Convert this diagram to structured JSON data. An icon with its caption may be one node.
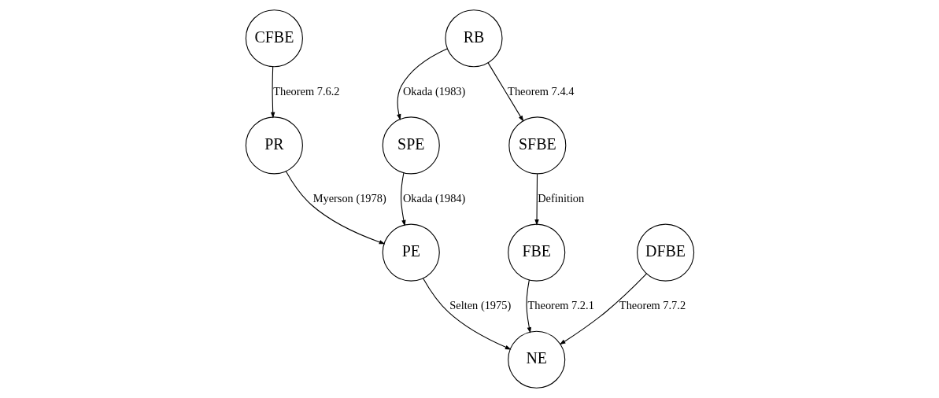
{
  "diagram": {
    "nodes": [
      {
        "text": [
          "CFBE"
        ]
      },
      {
        "text": [
          "RB"
        ]
      },
      {
        "text": [
          "PR"
        ]
      },
      {
        "text": [
          "SPE"
        ]
      },
      {
        "text": [
          "SFBE"
        ]
      },
      {
        "text": [
          "PE"
        ]
      },
      {
        "text": [
          "FBE"
        ]
      },
      {
        "text": [
          "DFBE"
        ]
      },
      {
        "text": [
          "NE"
        ]
      }
    ],
    "edges": [
      {
        "from": 0,
        "to": 2,
        "arrow": "to",
        "label": "Theorem 7.6.2"
      },
      {
        "from": 1,
        "to": 3,
        "arrow": "to",
        "label": "Okada (1983)"
      },
      {
        "from": 1,
        "to": 4,
        "arrow": "to",
        "label": "Theorem 7.4.4"
      },
      {
        "from": 2,
        "to": 5,
        "arrow": "to",
        "label": "Myerson (1978)"
      },
      {
        "from": 3,
        "to": 5,
        "arrow": "to",
        "label": "Okada (1984)"
      },
      {
        "from": 4,
        "to": 6,
        "arrow": "to",
        "label": "Definition"
      },
      {
        "from": 5,
        "to": 8,
        "arrow": "to",
        "label": "Selten (1975)"
      },
      {
        "from": 6,
        "to": 8,
        "arrow": "to",
        "label": "Theorem 7.2.1"
      },
      {
        "from": 7,
        "to": 8,
        "arrow": "to",
        "label": "Theorem 7.7.2"
      }
    ]
  }
}
